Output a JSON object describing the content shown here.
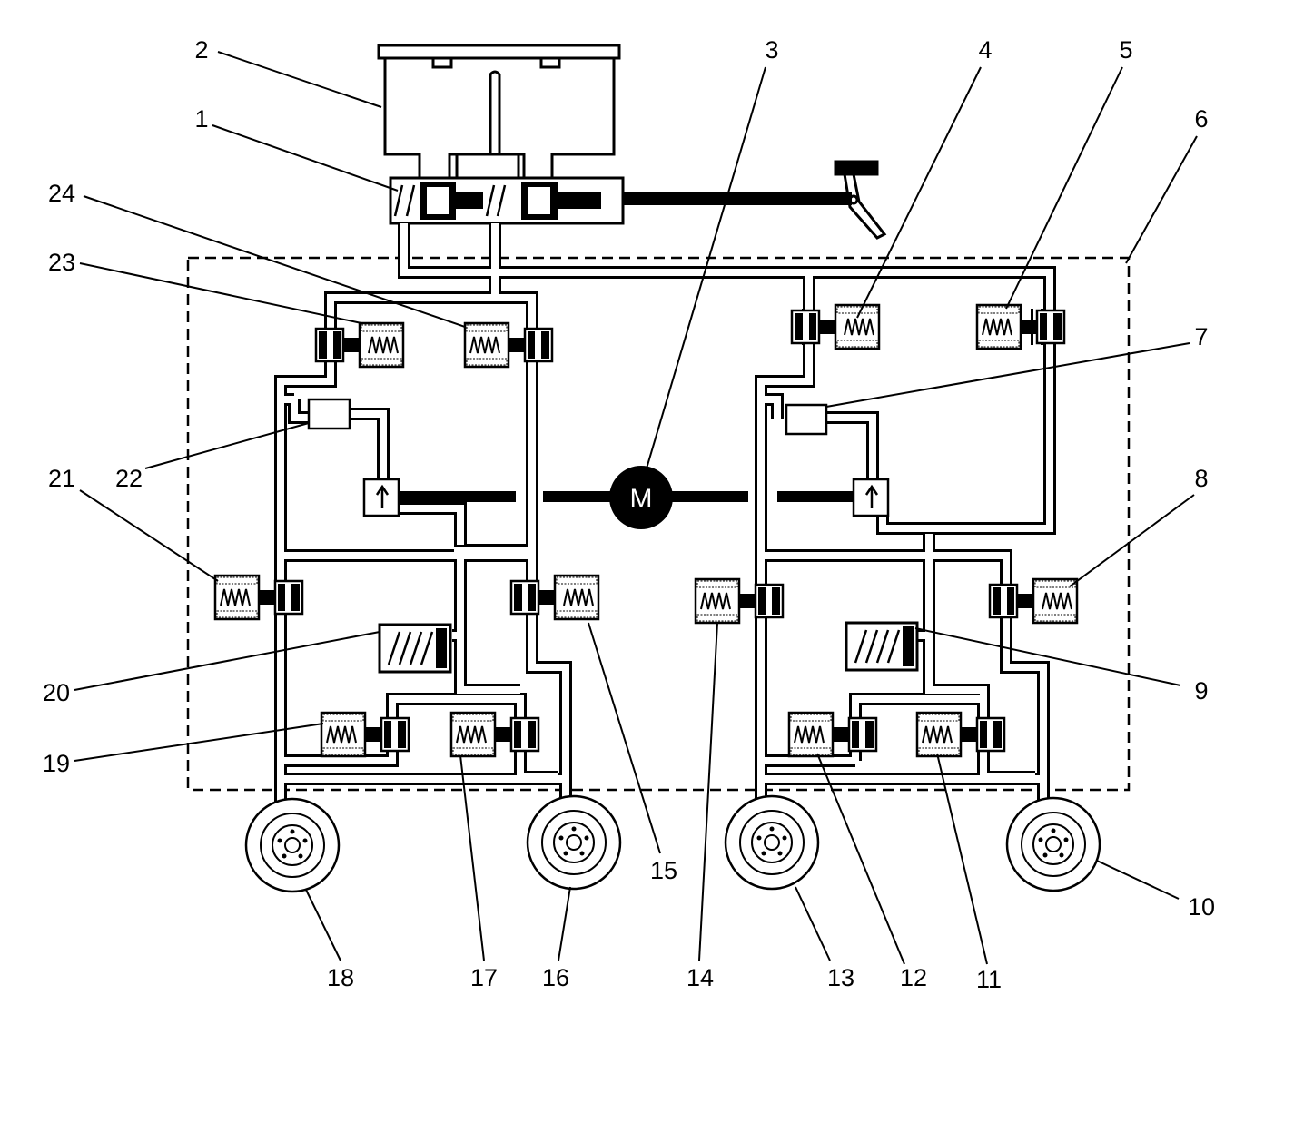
{
  "motor": {
    "label": "M"
  },
  "callouts": {
    "c1": "1",
    "c2": "2",
    "c3": "3",
    "c4": "4",
    "c5": "5",
    "c6": "6",
    "c7": "7",
    "c8": "8",
    "c9": "9",
    "c10": "10",
    "c11": "11",
    "c12": "12",
    "c13": "13",
    "c14": "14",
    "c15": "15",
    "c16": "16",
    "c17": "17",
    "c18": "18",
    "c19": "19",
    "c20": "20",
    "c21": "21",
    "c22": "22",
    "c23": "23",
    "c24": "24"
  }
}
